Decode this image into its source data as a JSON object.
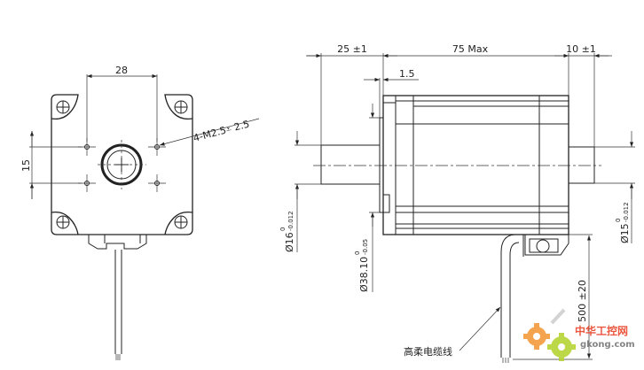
{
  "front_view": {
    "dim_hole_spacing_h": "28",
    "dim_hole_spacing_v": "15",
    "hole_callout": "4-M2.5⩡ 2.5"
  },
  "side_view": {
    "dim_front_shaft_length": "25 ±1",
    "dim_body_length": "75 Max",
    "dim_rear_shaft_length": "10 ±1",
    "dim_boss_height": "1.5",
    "dim_front_shaft_dia": "Ø16",
    "dim_front_shaft_tol_upper": "0",
    "dim_front_shaft_tol_lower": "-0.012",
    "dim_boss_dia": "Ø38.10",
    "dim_boss_tol_upper": "0",
    "dim_boss_tol_lower": "-0.05",
    "dim_rear_shaft_dia": "Ø15",
    "dim_rear_shaft_tol_upper": "0",
    "dim_rear_shaft_tol_lower": "-0.012",
    "dim_cable_length": "500 ±20",
    "cable_label": "高柔电缆线"
  },
  "watermark": {
    "brand_cn": "中华工控网",
    "brand_en": "gkong.com",
    "colors": {
      "orange": "#f39a3c",
      "green": "#b5d334",
      "red": "#e8452a"
    }
  }
}
